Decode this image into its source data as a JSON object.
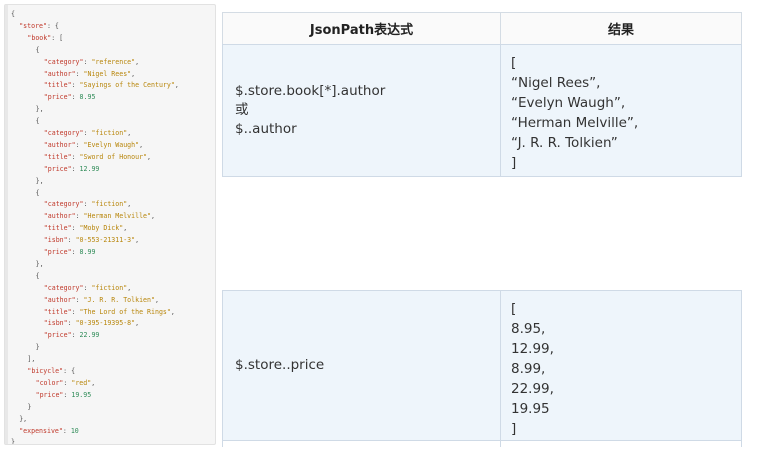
{
  "code_lines": [
    {
      "indent": 0,
      "parts": [
        {
          "t": "{",
          "c": "p"
        }
      ]
    },
    {
      "indent": 2,
      "parts": [
        {
          "t": "\"store\"",
          "c": "k"
        },
        {
          "t": ": {",
          "c": "p"
        }
      ]
    },
    {
      "indent": 4,
      "parts": [
        {
          "t": "\"book\"",
          "c": "k"
        },
        {
          "t": ": [",
          "c": "p"
        }
      ]
    },
    {
      "indent": 6,
      "parts": [
        {
          "t": "{",
          "c": "p"
        }
      ]
    },
    {
      "indent": 8,
      "parts": [
        {
          "t": "\"category\"",
          "c": "k"
        },
        {
          "t": ": ",
          "c": "p"
        },
        {
          "t": "\"reference\"",
          "c": "s"
        },
        {
          "t": ",",
          "c": "p"
        }
      ]
    },
    {
      "indent": 8,
      "parts": [
        {
          "t": "\"author\"",
          "c": "k"
        },
        {
          "t": ": ",
          "c": "p"
        },
        {
          "t": "\"Nigel Rees\"",
          "c": "s"
        },
        {
          "t": ",",
          "c": "p"
        }
      ]
    },
    {
      "indent": 8,
      "parts": [
        {
          "t": "\"title\"",
          "c": "k"
        },
        {
          "t": ": ",
          "c": "p"
        },
        {
          "t": "\"Sayings of the Century\"",
          "c": "s"
        },
        {
          "t": ",",
          "c": "p"
        }
      ]
    },
    {
      "indent": 8,
      "parts": [
        {
          "t": "\"price\"",
          "c": "k"
        },
        {
          "t": ": ",
          "c": "p"
        },
        {
          "t": "8.95",
          "c": "n"
        }
      ]
    },
    {
      "indent": 6,
      "parts": [
        {
          "t": "},",
          "c": "p"
        }
      ]
    },
    {
      "indent": 6,
      "parts": [
        {
          "t": "{",
          "c": "p"
        }
      ]
    },
    {
      "indent": 8,
      "parts": [
        {
          "t": "\"category\"",
          "c": "k"
        },
        {
          "t": ": ",
          "c": "p"
        },
        {
          "t": "\"fiction\"",
          "c": "s"
        },
        {
          "t": ",",
          "c": "p"
        }
      ]
    },
    {
      "indent": 8,
      "parts": [
        {
          "t": "\"author\"",
          "c": "k"
        },
        {
          "t": ": ",
          "c": "p"
        },
        {
          "t": "\"Evelyn Waugh\"",
          "c": "s"
        },
        {
          "t": ",",
          "c": "p"
        }
      ]
    },
    {
      "indent": 8,
      "parts": [
        {
          "t": "\"title\"",
          "c": "k"
        },
        {
          "t": ": ",
          "c": "p"
        },
        {
          "t": "\"Sword of Honour\"",
          "c": "s"
        },
        {
          "t": ",",
          "c": "p"
        }
      ]
    },
    {
      "indent": 8,
      "parts": [
        {
          "t": "\"price\"",
          "c": "k"
        },
        {
          "t": ": ",
          "c": "p"
        },
        {
          "t": "12.99",
          "c": "n"
        }
      ]
    },
    {
      "indent": 6,
      "parts": [
        {
          "t": "},",
          "c": "p"
        }
      ]
    },
    {
      "indent": 6,
      "parts": [
        {
          "t": "{",
          "c": "p"
        }
      ]
    },
    {
      "indent": 8,
      "parts": [
        {
          "t": "\"category\"",
          "c": "k"
        },
        {
          "t": ": ",
          "c": "p"
        },
        {
          "t": "\"fiction\"",
          "c": "s"
        },
        {
          "t": ",",
          "c": "p"
        }
      ]
    },
    {
      "indent": 8,
      "parts": [
        {
          "t": "\"author\"",
          "c": "k"
        },
        {
          "t": ": ",
          "c": "p"
        },
        {
          "t": "\"Herman Melville\"",
          "c": "s"
        },
        {
          "t": ",",
          "c": "p"
        }
      ]
    },
    {
      "indent": 8,
      "parts": [
        {
          "t": "\"title\"",
          "c": "k"
        },
        {
          "t": ": ",
          "c": "p"
        },
        {
          "t": "\"Moby Dick\"",
          "c": "s"
        },
        {
          "t": ",",
          "c": "p"
        }
      ]
    },
    {
      "indent": 8,
      "parts": [
        {
          "t": "\"isbn\"",
          "c": "k"
        },
        {
          "t": ": ",
          "c": "p"
        },
        {
          "t": "\"0-553-21311-3\"",
          "c": "s"
        },
        {
          "t": ",",
          "c": "p"
        }
      ]
    },
    {
      "indent": 8,
      "parts": [
        {
          "t": "\"price\"",
          "c": "k"
        },
        {
          "t": ": ",
          "c": "p"
        },
        {
          "t": "8.99",
          "c": "n"
        }
      ]
    },
    {
      "indent": 6,
      "parts": [
        {
          "t": "},",
          "c": "p"
        }
      ]
    },
    {
      "indent": 6,
      "parts": [
        {
          "t": "{",
          "c": "p"
        }
      ]
    },
    {
      "indent": 8,
      "parts": [
        {
          "t": "\"category\"",
          "c": "k"
        },
        {
          "t": ": ",
          "c": "p"
        },
        {
          "t": "\"fiction\"",
          "c": "s"
        },
        {
          "t": ",",
          "c": "p"
        }
      ]
    },
    {
      "indent": 8,
      "parts": [
        {
          "t": "\"author\"",
          "c": "k"
        },
        {
          "t": ": ",
          "c": "p"
        },
        {
          "t": "\"J. R. R. Tolkien\"",
          "c": "s"
        },
        {
          "t": ",",
          "c": "p"
        }
      ]
    },
    {
      "indent": 8,
      "parts": [
        {
          "t": "\"title\"",
          "c": "k"
        },
        {
          "t": ": ",
          "c": "p"
        },
        {
          "t": "\"The Lord of the Rings\"",
          "c": "s"
        },
        {
          "t": ",",
          "c": "p"
        }
      ]
    },
    {
      "indent": 8,
      "parts": [
        {
          "t": "\"isbn\"",
          "c": "k"
        },
        {
          "t": ": ",
          "c": "p"
        },
        {
          "t": "\"0-395-19395-8\"",
          "c": "s"
        },
        {
          "t": ",",
          "c": "p"
        }
      ]
    },
    {
      "indent": 8,
      "parts": [
        {
          "t": "\"price\"",
          "c": "k"
        },
        {
          "t": ": ",
          "c": "p"
        },
        {
          "t": "22.99",
          "c": "n"
        }
      ]
    },
    {
      "indent": 6,
      "parts": [
        {
          "t": "}",
          "c": "p"
        }
      ]
    },
    {
      "indent": 4,
      "parts": [
        {
          "t": "],",
          "c": "p"
        }
      ]
    },
    {
      "indent": 4,
      "parts": [
        {
          "t": "\"bicycle\"",
          "c": "k"
        },
        {
          "t": ": {",
          "c": "p"
        }
      ]
    },
    {
      "indent": 6,
      "parts": [
        {
          "t": "\"color\"",
          "c": "k"
        },
        {
          "t": ": ",
          "c": "p"
        },
        {
          "t": "\"red\"",
          "c": "s"
        },
        {
          "t": ",",
          "c": "p"
        }
      ]
    },
    {
      "indent": 6,
      "parts": [
        {
          "t": "\"price\"",
          "c": "k"
        },
        {
          "t": ": ",
          "c": "p"
        },
        {
          "t": "19.95",
          "c": "n"
        }
      ]
    },
    {
      "indent": 4,
      "parts": [
        {
          "t": "}",
          "c": "p"
        }
      ]
    },
    {
      "indent": 2,
      "parts": [
        {
          "t": "},",
          "c": "p"
        }
      ]
    },
    {
      "indent": 2,
      "parts": [
        {
          "t": "\"expensive\"",
          "c": "k"
        },
        {
          "t": ": ",
          "c": "p"
        },
        {
          "t": "10",
          "c": "n"
        }
      ]
    },
    {
      "indent": 0,
      "parts": [
        {
          "t": "}",
          "c": "p"
        }
      ]
    }
  ],
  "table": {
    "header_expr": "JsonPath表达式",
    "header_result": "结果",
    "row1": {
      "expr_lines": [
        "$.store.book[*].author",
        "或",
        "$..author"
      ],
      "result_lines": [
        "[",
        "“Nigel Rees”,",
        "“Evelyn Waugh”,",
        "“Herman Melville”,",
        "“J. R. R. Tolkien”",
        "]"
      ]
    },
    "row2": {
      "expr_lines": [
        "$.store..price"
      ],
      "result_lines": [
        "[",
        "8.95,",
        "12.99,",
        "8.99,",
        "22.99,",
        "19.95",
        "]"
      ]
    }
  }
}
